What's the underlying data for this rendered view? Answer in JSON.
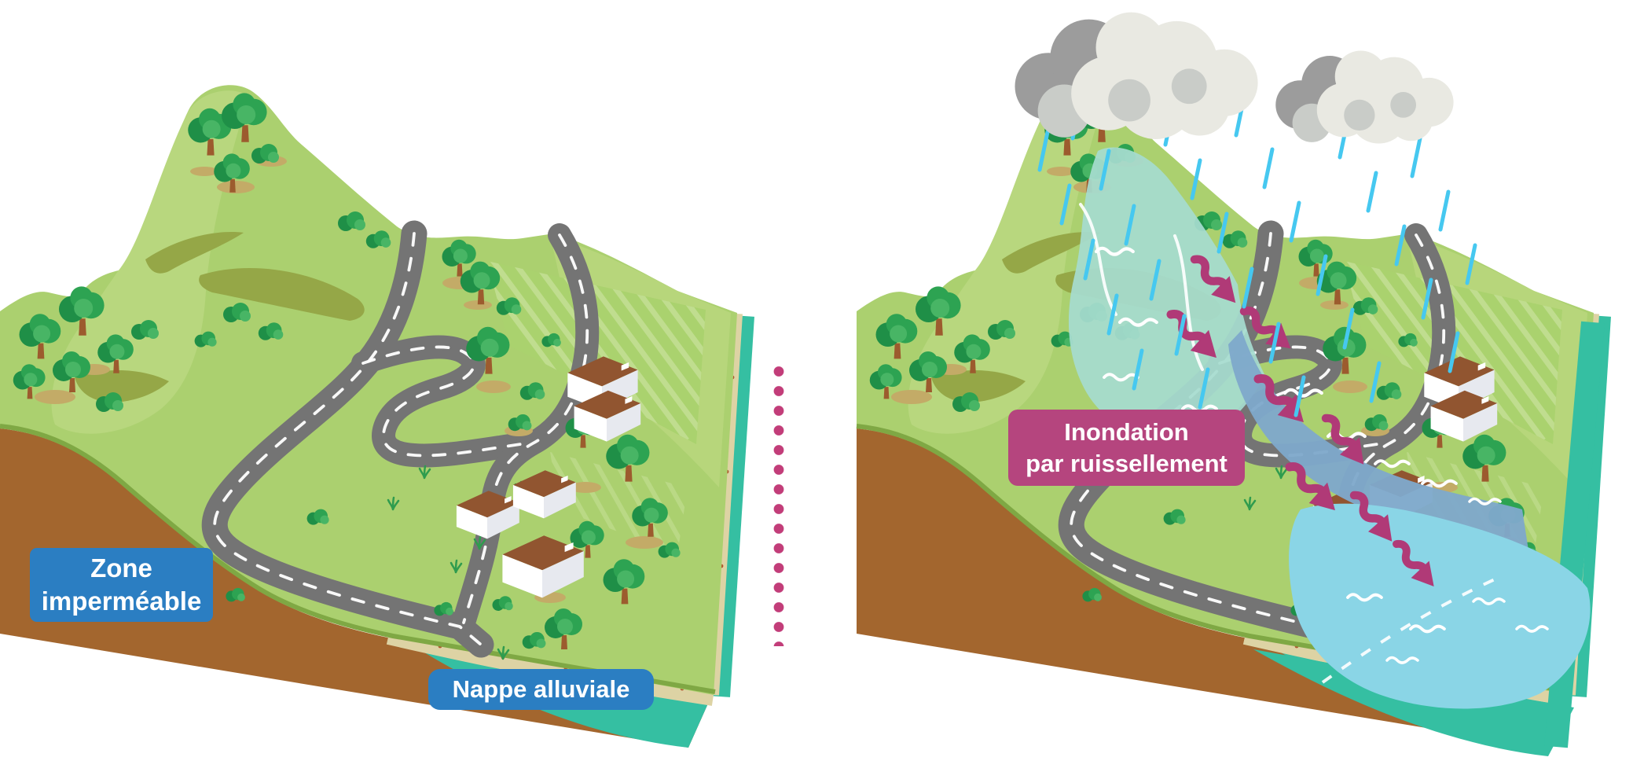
{
  "left_panel": {
    "description": "terrain-before-rain",
    "zone_impermeable_label": {
      "line1": "Zone",
      "line2": "imperméable"
    },
    "nappe_alluviale_label": {
      "text": "Nappe alluviale"
    }
  },
  "right_panel": {
    "description": "terrain-during-runoff-flood",
    "inondation_label": {
      "line1": "Inondation",
      "line2": "par ruissellement"
    }
  },
  "divider": {
    "style": "vertical-dotted-line"
  },
  "icons": {
    "rain_cloud": "puffy-cloud-shape",
    "rain": "slanted-cyan-streaks",
    "runoff_arrow": "wavy-magenta-arrow-pointing-downslope",
    "tree": "green-blob-tree",
    "house": "white-house-brown-roof"
  },
  "colors": {
    "label_blue": "#2b7ec2",
    "label_magenta": "#b5457e",
    "label_text": "#ffffff",
    "divider_dot": "#c23d79",
    "rain": "#46c8f0",
    "runoff_sheet": "#a6dbcf",
    "torrent": "#7fa9cb",
    "flood_pool": "#8ad5e6",
    "arrow_magenta": "#b03a77",
    "grass_light": "#abd06f",
    "grass_highlight": "#b8d77e",
    "olive_shadow": "#95a747",
    "soil_brown": "#a3662e",
    "sand": "#ddd3a4",
    "groundwater_teal": "#35bfa2",
    "road_gray": "#747474",
    "tree_green_dark": "#1f8f47",
    "tree_green": "#2da352",
    "roof_brown": "#915530",
    "cloud_gray": "#9c9c9c",
    "cloud_light": "#e9e9e2"
  }
}
